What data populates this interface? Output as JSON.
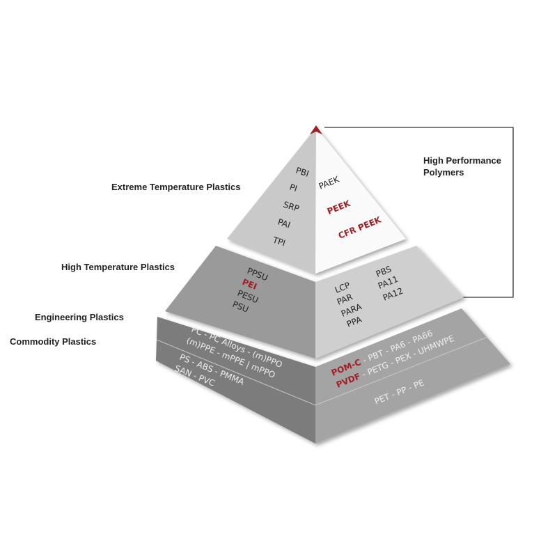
{
  "labels": {
    "extreme": "Extreme Temperature Plastics",
    "high": "High Temperature Plastics",
    "engineering": "Engineering Plastics",
    "commodity": "Commodity Plastics",
    "hpp_line1": "High Performance",
    "hpp_line2": "Polymers"
  },
  "top_tier": {
    "left": [
      "PBI",
      "PI",
      "SRP",
      "PAI",
      "TPI"
    ],
    "right": [
      "PAEK",
      "PEEK",
      "CFR PEEK"
    ]
  },
  "middle_tier": {
    "left": [
      "PPSU",
      "PEI",
      "PESU",
      "PSU"
    ],
    "right_col1": [
      "LCP",
      "PAR",
      "PARA",
      "PPA"
    ],
    "right_col2": [
      "PBS",
      "PA11",
      "PA12"
    ]
  },
  "bottom_tier": {
    "eng_left_1": "PC - PC Alloys - (m)PPO",
    "eng_left_2": "(m)PPE - mPPE | mPPO",
    "eng_right_1_red": "POM-C",
    "eng_right_1": " - PBT - PA6 - PA66",
    "eng_right_2_red": "PVDF",
    "eng_right_2": " - PETG - PEX - UHMWPE",
    "com_left_1": "PS - ABS - PMMA",
    "com_left_2": "SAN - PVC",
    "com_right": "PET - PP - PE"
  },
  "colors": {
    "accent": "#a11f23"
  }
}
